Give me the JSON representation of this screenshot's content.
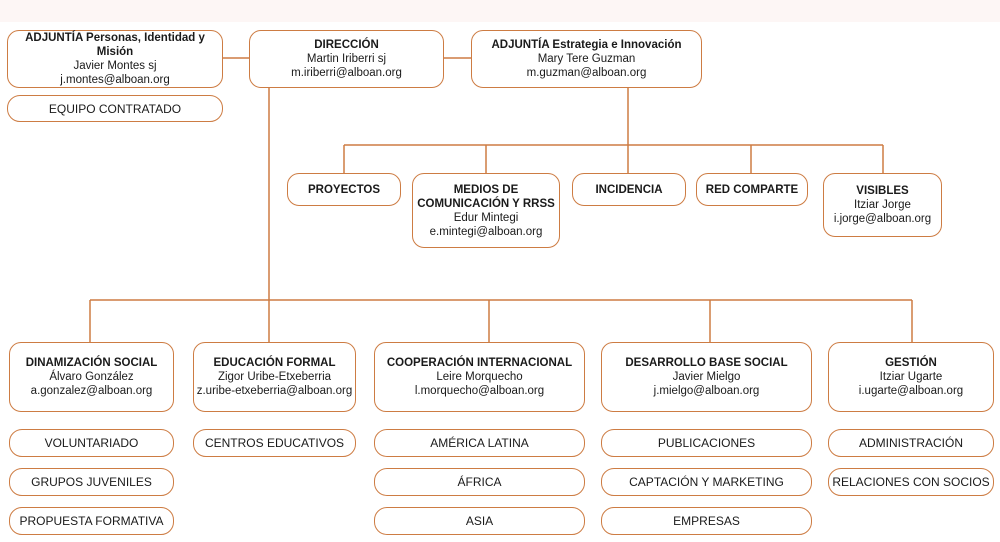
{
  "colors": {
    "line": "#cd7c43",
    "text": "#1a1a1a"
  },
  "direccion": {
    "title": "DIRECCIÓN",
    "name": "Martin Iriberri sj",
    "email": "m.iriberri@alboan.org"
  },
  "adjuntia_personas": {
    "title": "ADJUNTÍA Personas, Identidad y Misión",
    "name": "Javier Montes sj",
    "email": "j.montes@alboan.org"
  },
  "adjuntia_estrategia": {
    "title": "ADJUNTÍA Estrategia e Innovación",
    "name": "Mary Tere Guzman",
    "email": "m.guzman@alboan.org"
  },
  "equipo_contratado": "EQUIPO CONTRATADO",
  "strategy_units": {
    "proyectos": "PROYECTOS",
    "medios": {
      "title_line1": "MEDIOS DE",
      "title_line2": "COMUNICACIÓN Y RRSS",
      "name": "Edur Mintegi",
      "email": "e.mintegi@alboan.org"
    },
    "incidencia": "INCIDENCIA",
    "red_comparte": "RED COMPARTE",
    "visibles": {
      "title": "VISIBLES",
      "name": "Itziar Jorge",
      "email": "i.jorge@alboan.org"
    }
  },
  "areas": {
    "dinamizacion": {
      "title": "DINAMIZACIÓN SOCIAL",
      "name": "Álvaro González",
      "email": "a.gonzalez@alboan.org",
      "items": [
        "VOLUNTARIADO",
        "GRUPOS JUVENILES",
        "PROPUESTA FORMATIVA"
      ]
    },
    "educacion": {
      "title": "EDUCACIÓN FORMAL",
      "name": "Zigor Uribe-Etxeberria",
      "email": "z.uribe-etxeberria@alboan.org",
      "items": [
        "CENTROS EDUCATIVOS"
      ]
    },
    "cooperacion": {
      "title": "COOPERACIÓN INTERNACIONAL",
      "name": "Leire Morquecho",
      "email": "l.morquecho@alboan.org",
      "items": [
        "AMÉRICA LATINA",
        "ÁFRICA",
        "ASIA"
      ]
    },
    "desarrollo": {
      "title": "DESARROLLO BASE SOCIAL",
      "name": "Javier Mielgo",
      "email": "j.mielgo@alboan.org",
      "items": [
        "PUBLICACIONES",
        "CAPTACIÓN Y MARKETING",
        "EMPRESAS"
      ]
    },
    "gestion": {
      "title": "GESTIÓN",
      "name": "Itziar Ugarte",
      "email": "i.ugarte@alboan.org",
      "items": [
        "ADMINISTRACIÓN",
        "RELACIONES CON SOCIOS"
      ]
    }
  }
}
